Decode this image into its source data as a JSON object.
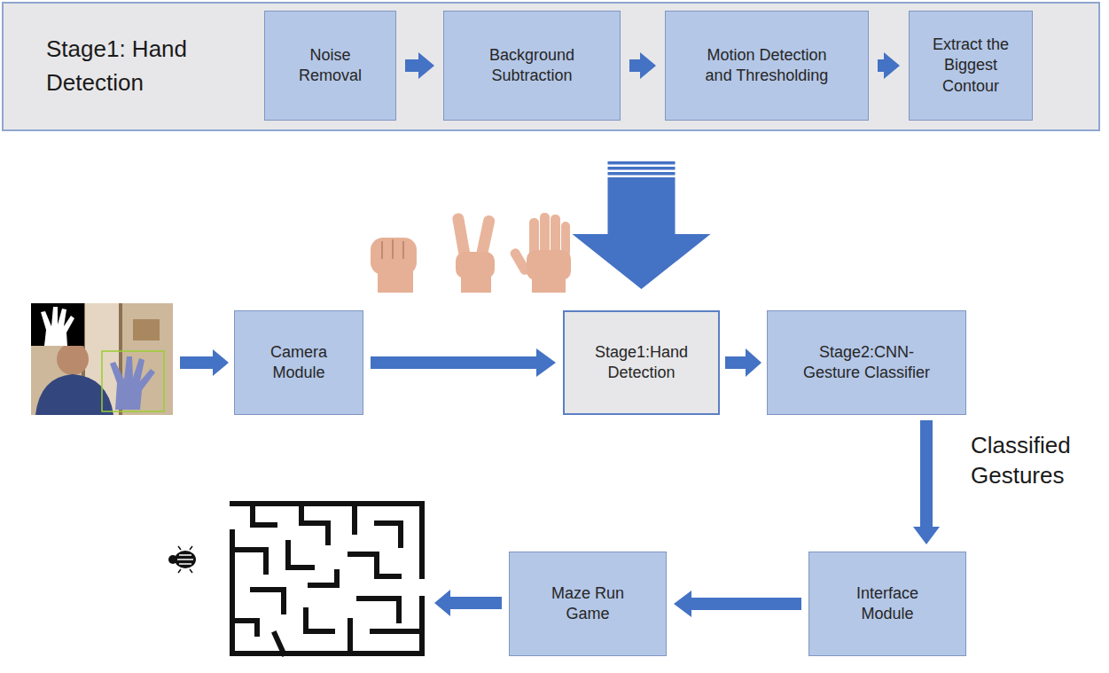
{
  "diagram": {
    "nodes": [
      {
        "text": [
          "Stage1: Hand Detection"
        ]
      },
      {
        "text": [
          "Noise Removal"
        ],
        "in": 0
      },
      {
        "text": [
          "Background Subtraction"
        ],
        "in": 0
      },
      {
        "text": [
          "Motion Detection and Thresholding"
        ],
        "in": 0
      },
      {
        "text": [
          "Extract the Biggest Contour"
        ],
        "in": 0
      },
      {
        "text": [
          "Camera Module"
        ]
      },
      {
        "text": [
          "Stage1:Hand Detection"
        ]
      },
      {
        "text": [
          "Stage2:CNN- Gesture Classifier"
        ]
      },
      {
        "text": [
          "Interface Module"
        ]
      },
      {
        "text": [
          "Maze Run Game"
        ]
      }
    ],
    "edges": [
      {
        "from": 1,
        "to": 2,
        "arrow": "to"
      },
      {
        "from": 2,
        "to": 3,
        "arrow": "to"
      },
      {
        "from": 3,
        "to": 4,
        "arrow": "to"
      },
      {
        "from": 0,
        "to": 6,
        "arrow": "to"
      },
      {
        "from": 5,
        "to": 6,
        "arrow": "to"
      },
      {
        "from": 6,
        "to": 7,
        "arrow": "to"
      },
      {
        "from": 7,
        "to": 8,
        "label": "Classified Gestures",
        "arrow": "to"
      },
      {
        "from": 8,
        "to": 9,
        "arrow": "to"
      }
    ]
  }
}
